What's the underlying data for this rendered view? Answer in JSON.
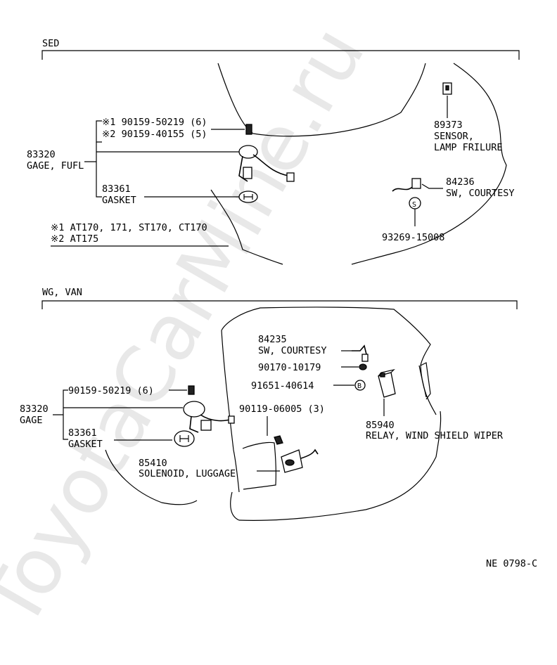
{
  "watermark": "ToyotaCarMine.ru",
  "sedan": {
    "heading": "SED",
    "bolt1": "※1  90159-50219 (6)",
    "bolt2": "※2  90159-40155 (5)",
    "gage_no": "83320",
    "gage_name": "GAGE, FUFL",
    "gasket_no": "83361",
    "gasket_name": "GASKET",
    "note1": "※1  AT170, 171, ST170, CT170",
    "note2": "※2  AT175",
    "sensor_no": "89373",
    "sensor_name1": "SENSOR,",
    "sensor_name2": "LAMP FRILURE",
    "switch_no": "84236",
    "switch_name": "SW, COURTESY",
    "s_mark": "S",
    "screw_no": "93269-15008"
  },
  "wagon": {
    "heading": "WG, VAN",
    "switch_no": "84235",
    "switch_name": "SW, COURTESY",
    "bolt_1": "90170-10179",
    "bolt_2": "91651-40614",
    "b_mark": "B",
    "relay_no": "85940",
    "relay_name": "RELAY, WIND SHIELD WIPER",
    "screw_gage": "90159-50219 (6)",
    "gage_no": "83320",
    "gage_name": "GAGE",
    "gasket_no": "83361",
    "gasket_name": "GASKET",
    "bolt_3": "90119-06005 (3)",
    "solenoid_no": "85410",
    "solenoid_name": "SOLENOID, LUGGAGE"
  },
  "figure_code": "NE 0798-C"
}
